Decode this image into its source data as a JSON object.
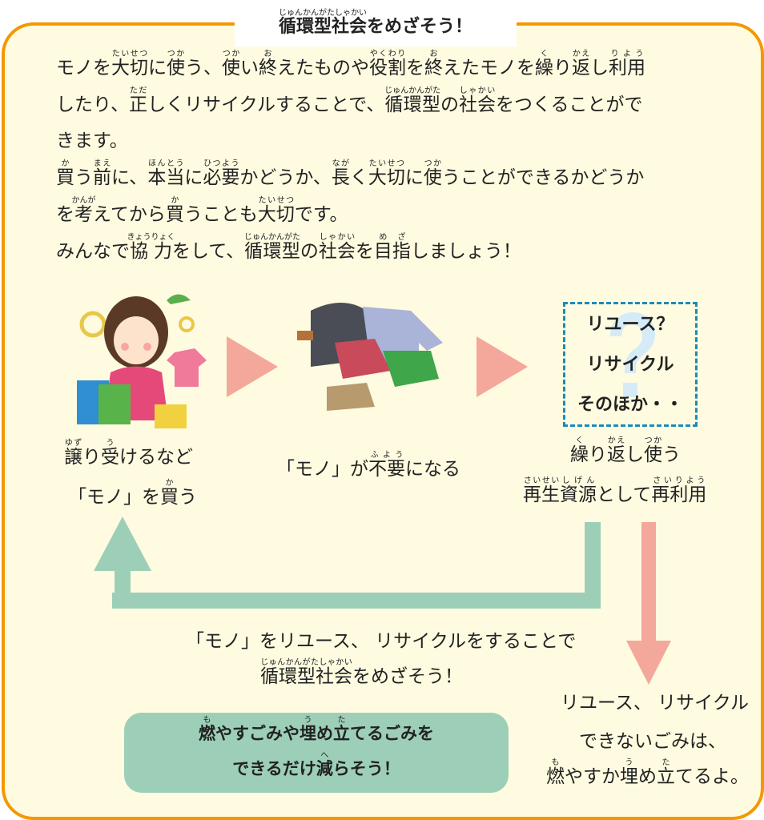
{
  "title": [
    [
      "循環型社会",
      "じゅんかんがたしゃかい"
    ],
    [
      "をめざそう！",
      ""
    ]
  ],
  "paragraph": [
    [
      [
        "モノを",
        ""
      ],
      [
        "大切",
        "たいせつ"
      ],
      [
        "に",
        ""
      ],
      [
        "使",
        "つか"
      ],
      [
        "う、",
        ""
      ],
      [
        "使",
        "つか"
      ],
      [
        "い",
        ""
      ],
      [
        "終",
        "お"
      ],
      [
        "えたものや",
        ""
      ],
      [
        "役割",
        "やくわり"
      ],
      [
        "を",
        ""
      ],
      [
        "終",
        "お"
      ],
      [
        "えたモノを",
        ""
      ],
      [
        "繰",
        "く"
      ],
      [
        "り",
        ""
      ],
      [
        "返",
        "かえ"
      ],
      [
        "し",
        ""
      ],
      [
        "利用",
        "りよう"
      ]
    ],
    [
      [
        "したり、",
        ""
      ],
      [
        "正",
        "ただ"
      ],
      [
        "しくリサイクルすることで、",
        ""
      ],
      [
        "循環型",
        "じゅんかんがた"
      ],
      [
        "の",
        ""
      ],
      [
        "社会",
        "しゃかい"
      ],
      [
        "をつくることがで",
        ""
      ]
    ],
    [
      [
        "きます。",
        ""
      ]
    ],
    [
      [
        "買",
        "か"
      ],
      [
        "う",
        ""
      ],
      [
        "前",
        "まえ"
      ],
      [
        "に、",
        ""
      ],
      [
        "本当",
        "ほんとう"
      ],
      [
        "に",
        ""
      ],
      [
        "必要",
        "ひつよう"
      ],
      [
        "かどうか、",
        ""
      ],
      [
        "長",
        "なが"
      ],
      [
        "く",
        ""
      ],
      [
        "大切",
        "たいせつ"
      ],
      [
        "に",
        ""
      ],
      [
        "使",
        "つか"
      ],
      [
        "うことができるかどうか",
        ""
      ]
    ],
    [
      [
        "を",
        ""
      ],
      [
        "考",
        "かんが"
      ],
      [
        "えてから",
        ""
      ],
      [
        "買",
        "か"
      ],
      [
        "うことも",
        ""
      ],
      [
        "大切",
        "たいせつ"
      ],
      [
        "です。",
        ""
      ]
    ],
    [
      [
        "みんなで",
        ""
      ],
      [
        "協力",
        "きょうりょく"
      ],
      [
        "をして、",
        ""
      ],
      [
        "循環型",
        "じゅんかんがた"
      ],
      [
        "の",
        ""
      ],
      [
        "社会",
        "しゃかい"
      ],
      [
        "を",
        ""
      ],
      [
        "目指",
        "めざ"
      ],
      [
        "しましょう！",
        ""
      ]
    ]
  ],
  "step1": {
    "line1": [
      [
        "譲",
        "ゆず"
      ],
      [
        "り",
        ""
      ],
      [
        "受",
        "う"
      ],
      [
        "けるなど",
        ""
      ]
    ],
    "line2": [
      [
        "「モノ」を",
        ""
      ],
      [
        "買",
        "か"
      ],
      [
        "う",
        ""
      ]
    ]
  },
  "step2": {
    "line1": [
      [
        "「モノ」が",
        ""
      ],
      [
        "不要",
        "ふよう"
      ],
      [
        "になる",
        ""
      ]
    ]
  },
  "step3": {
    "question_mark": "?",
    "options": [
      "リユース？",
      "リサイクル",
      "そのほか・・"
    ],
    "line1": [
      [
        "繰",
        "く"
      ],
      [
        "り",
        ""
      ],
      [
        "返",
        "かえ"
      ],
      [
        "し",
        ""
      ],
      [
        "使",
        "つか"
      ],
      [
        "う",
        ""
      ]
    ],
    "line2": [
      [
        "再生",
        "さいせい"
      ],
      [
        "資源",
        "しげん"
      ],
      [
        "として",
        ""
      ],
      [
        "再利用",
        "さいりよう"
      ]
    ]
  },
  "loop_text": {
    "line1": [
      [
        "「モノ」をリユース、 リサイクルをすることで",
        ""
      ]
    ],
    "line2": [
      [
        "循環型社会",
        "じゅんかんがたしゃかい"
      ],
      [
        "をめざそう！",
        ""
      ]
    ]
  },
  "callout": {
    "line1": [
      [
        "燃",
        "も"
      ],
      [
        "やすごみや",
        ""
      ],
      [
        "埋",
        "う"
      ],
      [
        "め",
        ""
      ],
      [
        "立",
        "た"
      ],
      [
        "てるごみを",
        ""
      ]
    ],
    "line2": [
      [
        "できるだけ",
        ""
      ],
      [
        "減",
        "へ"
      ],
      [
        "らそう！",
        ""
      ]
    ]
  },
  "disposal": {
    "line1": [
      [
        "リユース、 リサイクル",
        ""
      ]
    ],
    "line2": [
      [
        "できないごみは、",
        ""
      ]
    ],
    "line3": [
      [
        "燃",
        "も"
      ],
      [
        "やすか",
        ""
      ],
      [
        "埋",
        "う"
      ],
      [
        "め",
        ""
      ],
      [
        "立",
        "た"
      ],
      [
        "てるよ。",
        ""
      ]
    ]
  },
  "colors": {
    "border": "#f39800",
    "background": "#fffbe0",
    "green": "#9dcfb8",
    "pink": "#f4a79b",
    "dashed": "#1a8bbd"
  }
}
